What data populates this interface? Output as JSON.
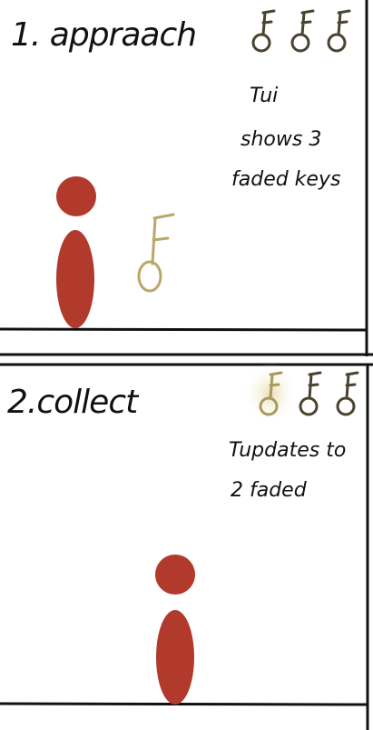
{
  "panels": [
    {
      "title": "1. appraach",
      "note_lines": [
        "Tui",
        "shows 3",
        "faded keys"
      ],
      "key_hud": [
        {
          "state": "faded"
        },
        {
          "state": "faded"
        },
        {
          "state": "faded"
        }
      ],
      "world_key_present": true
    },
    {
      "title": "2.collect",
      "note_lines": [
        "Tupdates to",
        "2 faded"
      ],
      "key_hud": [
        {
          "state": "collected"
        },
        {
          "state": "faded"
        },
        {
          "state": "faded"
        }
      ],
      "world_key_present": false
    }
  ],
  "colors": {
    "character": "#b13a2c",
    "key_world": "#b9a868",
    "key_faded": "#4a4331",
    "key_collected": "#a89a5c",
    "key_glow": "#e9dcae",
    "ink": "#111111",
    "frame": "#111111"
  }
}
